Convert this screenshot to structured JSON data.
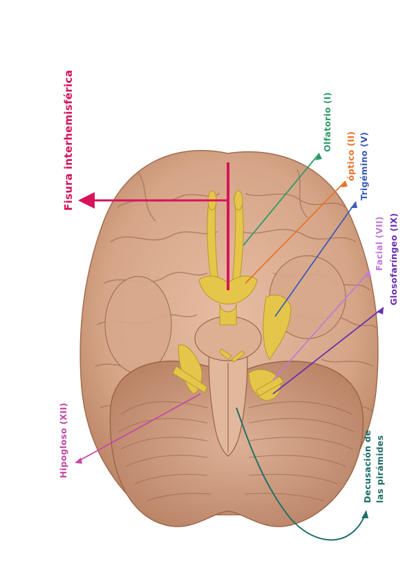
{
  "labels": {
    "fisura": "Fisura interhemisférica",
    "olfatorio": "Olfatorio (I)",
    "optico": "óptico (II)",
    "trigemino": "Trigémino (V)",
    "facial": "Facial (VII)",
    "glosofaringeo": "Glosofaríngeo (IX)",
    "hipogloso": "Hipogloso (XII)",
    "decusacion_1": "Decusación de",
    "decusacion_2": "las pirámides"
  },
  "colors": {
    "fisura": "#d6135a",
    "olfatorio": "#2e9a6c",
    "optico": "#e8732a",
    "trigemino": "#3b5bb6",
    "facial": "#c27ad8",
    "glosofaringeo": "#6a2fb0",
    "hipogloso": "#c449a8",
    "decusacion": "#1f6e6a",
    "brain": "#d9a88a",
    "brain_dark": "#b07a5d",
    "nerve": "#e6c64a"
  }
}
